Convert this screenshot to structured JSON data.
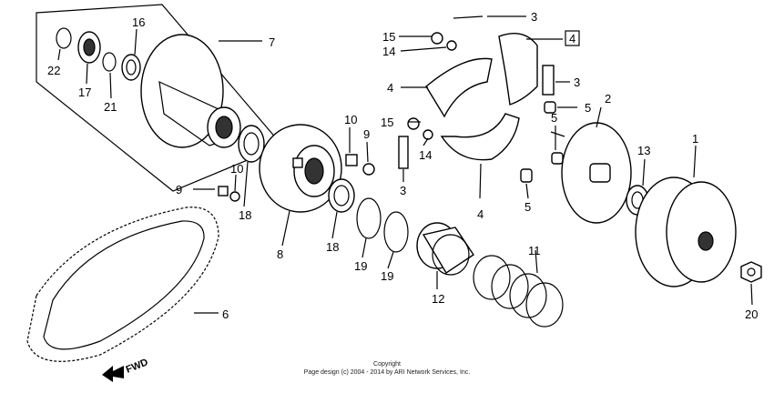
{
  "labels": {
    "l1": "1",
    "l2": "2",
    "l3a": "3",
    "l3b": "3",
    "l3c": "3",
    "l4a": "4",
    "l4b": "4",
    "l4c": "4",
    "l5a": "5",
    "l5b": "5",
    "l5c": "5",
    "l6": "6",
    "l7": "7",
    "l8": "8",
    "l9a": "9",
    "l9b": "9",
    "l10a": "10",
    "l10b": "10",
    "l11": "11",
    "l12": "12",
    "l13": "13",
    "l14a": "14",
    "l14b": "14",
    "l15a": "15",
    "l15b": "15",
    "l16": "16",
    "l17": "17",
    "l18a": "18",
    "l18b": "18",
    "l19a": "19",
    "l19b": "19",
    "l20": "20",
    "l21": "21",
    "l22": "22"
  },
  "direction": "FWD",
  "copyright_line1": "Copyright",
  "copyright_line2": "Page design (c) 2004 - 2014 by ARI Network Services, Inc."
}
